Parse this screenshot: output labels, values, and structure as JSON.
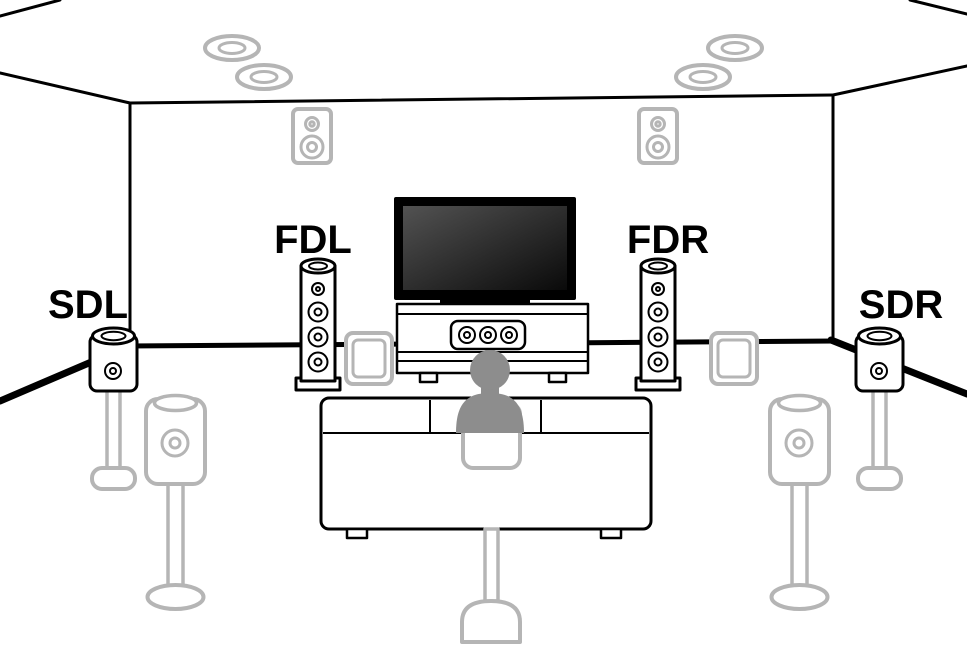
{
  "diagram": {
    "kind": "home-theater-speaker-placement-diagram",
    "labels": {
      "sdl": "SDL",
      "fdl": "FDL",
      "fdr": "FDR",
      "sdr": "SDR"
    },
    "colors": {
      "outline": "#000000",
      "dimmed": "#b5b5b5",
      "person": "#8d8d8d",
      "background": "#ffffff",
      "screen_light": "#525252",
      "screen_dark": "#0a0a0a"
    },
    "elements": {
      "highlighted": [
        "front-dolby-left-speaker",
        "front-dolby-right-speaker",
        "surround-dolby-left-speaker",
        "surround-dolby-right-speaker",
        "tv",
        "tv-cabinet",
        "center-speaker",
        "sofa"
      ],
      "dimmed": [
        "ceiling-speaker-pair-left",
        "ceiling-speaker-pair-right",
        "front-height-speaker-left",
        "front-height-speaker-right",
        "subwoofer-left",
        "subwoofer-right",
        "surround-speaker-left",
        "surround-speaker-right",
        "surround-back-speaker",
        "listener"
      ]
    }
  }
}
